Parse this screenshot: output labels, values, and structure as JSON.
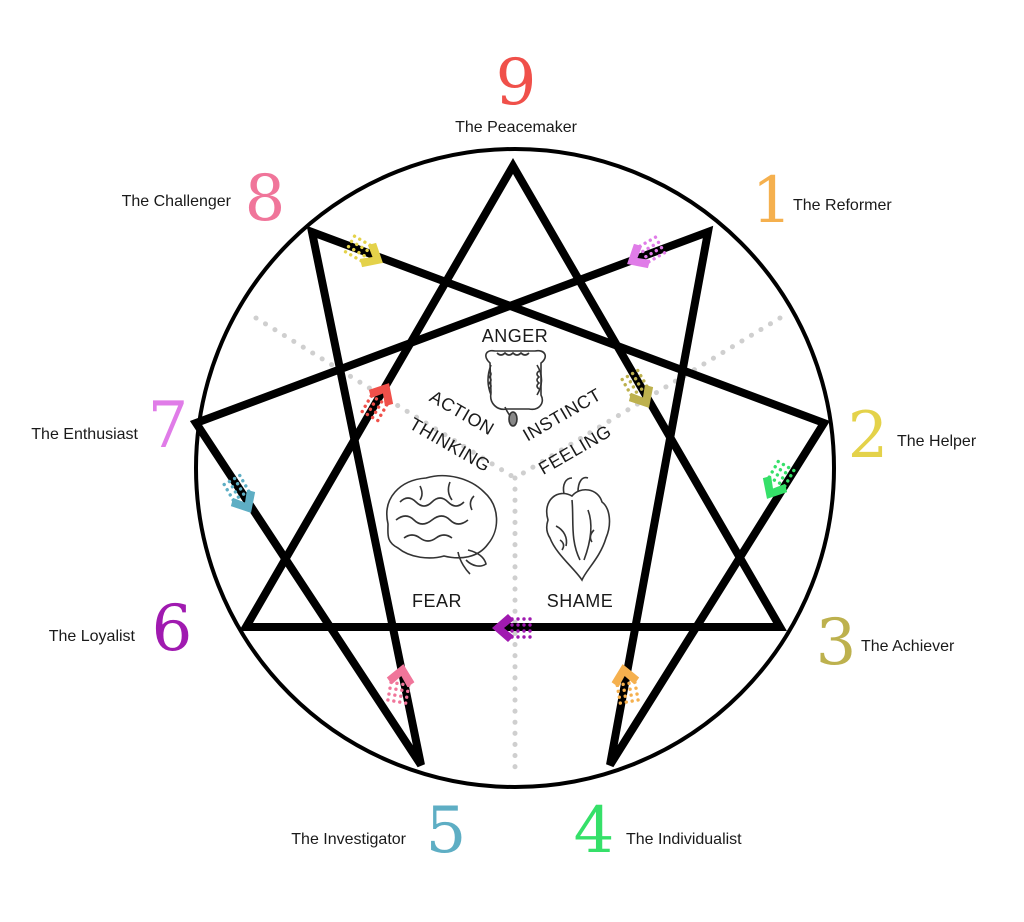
{
  "types": [
    {
      "id": "9",
      "number": "9",
      "name": "The Peacemaker",
      "color": "#f0504a"
    },
    {
      "id": "1",
      "number": "1",
      "name": "The Reformer",
      "color": "#f5b04e"
    },
    {
      "id": "2",
      "number": "2",
      "name": "The Helper",
      "color": "#e4d24a"
    },
    {
      "id": "3",
      "number": "3",
      "name": "The Achiever",
      "color": "#bdb14e"
    },
    {
      "id": "4",
      "number": "4",
      "name": "The Individualist",
      "color": "#35e069"
    },
    {
      "id": "5",
      "number": "5",
      "name": "The Investigator",
      "color": "#5eaec4"
    },
    {
      "id": "6",
      "number": "6",
      "name": "The Loyalist",
      "color": "#a01ab0"
    },
    {
      "id": "7",
      "number": "7",
      "name": "The Enthusiast",
      "color": "#e07ce8"
    },
    {
      "id": "8",
      "number": "8",
      "name": "The Challenger",
      "color": "#f0759a"
    }
  ],
  "centers": {
    "anger": "ANGER",
    "action": "ACTION",
    "instinct": "INSTINCT",
    "thinking": "THINKING",
    "feeling": "FEELING",
    "fear": "FEAR",
    "shame": "SHAME"
  },
  "icons": {
    "gut": "intestines-icon",
    "brain": "brain-icon",
    "heart": "heart-icon"
  },
  "arrows": [
    {
      "name": "arrow-8-to-2",
      "color": "#e4d24a"
    },
    {
      "name": "arrow-1-to-4",
      "color": "#e07ce8"
    },
    {
      "name": "arrow-7-to-1",
      "color": "#f0504a"
    },
    {
      "name": "arrow-9-to-3",
      "color": "#bdb14e"
    },
    {
      "name": "arrow-2-to-4",
      "color": "#35e069"
    },
    {
      "name": "arrow-7-to-5",
      "color": "#5eaec4"
    },
    {
      "name": "arrow-3-to-6",
      "color": "#a01ab0"
    },
    {
      "name": "arrow-5-to-8",
      "color": "#f0759a"
    },
    {
      "name": "arrow-4-to-1",
      "color": "#f5b04e"
    }
  ]
}
